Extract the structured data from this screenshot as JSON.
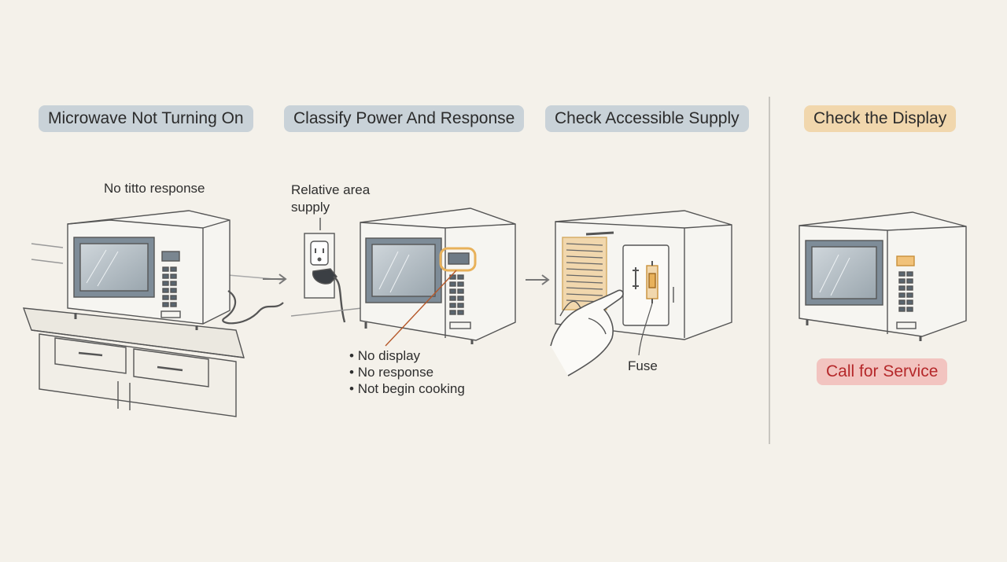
{
  "steps": [
    {
      "title": "Microwave Not Turning On",
      "caption": "No titto response"
    },
    {
      "title": "Classify Power And Response",
      "caption": "Relative area supply",
      "bullets": [
        "No display",
        "No response",
        "Not begin cooking"
      ]
    },
    {
      "title": "Check Accessible Supply",
      "caption": "Fuse"
    },
    {
      "title": "Check the Display",
      "outcome": "Call for Service"
    }
  ],
  "colors": {
    "step_pill": "#c9d2d8",
    "display_pill": "#f1d7ad",
    "service_pill": "#f2c4c0",
    "service_text": "#b5282a",
    "highlight": "#e8b15a"
  }
}
